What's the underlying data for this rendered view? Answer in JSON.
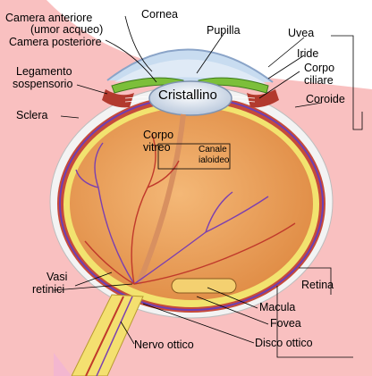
{
  "labels": {
    "cornea": "Cornea",
    "camera_anteriore": "Camera anteriore",
    "umor_acqueo": "(umor acqueo)",
    "camera_posteriore": "Camera posteriore",
    "pupilla": "Pupilla",
    "uvea": "Uvea",
    "iride": "Iride",
    "corpo_ciliare_1": "Corpo",
    "corpo_ciliare_2": "ciliare",
    "coroide": "Coroide",
    "legamento_1": "Legamento",
    "legamento_2": "sospensorio",
    "cristallino": "Cristallino",
    "sclera": "Sclera",
    "corpo_vitreo_1": "Corpo",
    "corpo_vitreo_2": "vitreo",
    "canale_1": "Canale",
    "canale_2": "ialoideo",
    "retina": "Retina",
    "macula": "Macula",
    "fovea": "Fovea",
    "vasi_1": "Vasi",
    "vasi_2": "retinici",
    "nervo_ottico": "Nervo ottico",
    "disco_ottico": "Disco ottico"
  },
  "colors": {
    "background_pink": "#f9c0c0",
    "sclera": "#f2f2f2",
    "choroid": "#c0392b",
    "retina": "#f1e36a",
    "vitreous": "#eda562",
    "vessel": "#7b3fb0",
    "lens": "#d9e4f2",
    "cornea": "#bcd4ee",
    "nerve": "#f4e070"
  }
}
